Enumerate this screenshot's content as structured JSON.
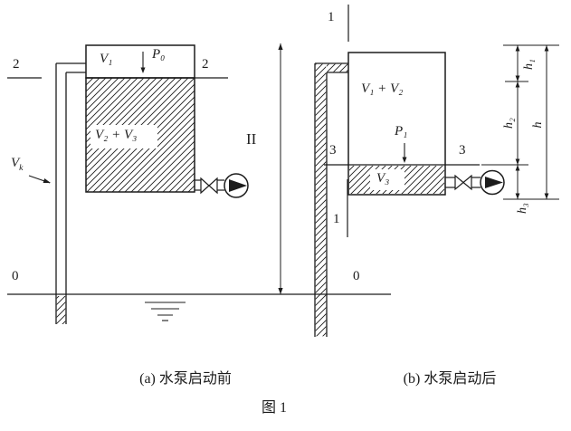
{
  "colors": {
    "ink": "#1c1c1c",
    "paper": "#ffffff"
  },
  "baseline": {
    "left_label": "0",
    "right_label": "0"
  },
  "height_dim": {
    "label": "II"
  },
  "diagram_a": {
    "caption": "(a) 水泵启动前",
    "level2_left": "2",
    "level2_right": "2",
    "gas_volume": "V₁",
    "pressure": "P₀",
    "liquid_volume": "V₂ + V₃",
    "pipe_label": {
      "base": "V",
      "sub": "k"
    }
  },
  "diagram_b": {
    "caption": "(b) 水泵启动后",
    "section1_top": "1",
    "section1_bottom": "1",
    "level3_left": "3",
    "level3_right": "3",
    "gas_volume": "V₁ + V₂",
    "pressure": "P₁",
    "liquid_volume": "V₃",
    "dims": {
      "h1": "h₁",
      "h2": "h₂",
      "h": "h",
      "h3": "h₃"
    }
  },
  "figure_title": "图 1"
}
